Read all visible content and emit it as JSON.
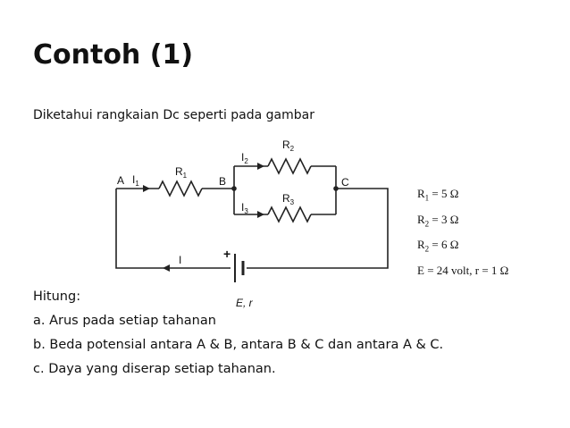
{
  "title": "Contoh (1)",
  "intro": "Diketahui rangkaian Dc seperti pada gambar",
  "diagram": {
    "nodes": {
      "A": "A",
      "B": "B",
      "C": "C"
    },
    "currents": {
      "I1": {
        "base": "I",
        "sub": "1"
      },
      "I2": {
        "base": "I",
        "sub": "2"
      },
      "I3": {
        "base": "I",
        "sub": "3"
      },
      "I": "I"
    },
    "resistors": {
      "R1": {
        "base": "R",
        "sub": "1"
      },
      "R2": {
        "base": "R",
        "sub": "2"
      },
      "R3": {
        "base": "R",
        "sub": "3"
      }
    },
    "battery_label": "E, r",
    "battery_plus": "+"
  },
  "params": [
    {
      "base": "R",
      "sub": "1",
      "rest": " = 5 Ω"
    },
    {
      "base": "R",
      "sub": "2",
      "rest": " = 3 Ω"
    },
    {
      "base": "R",
      "sub": "2",
      "rest": " = 6 Ω"
    },
    {
      "base": "",
      "sub": "",
      "rest": "E = 24 volt, r = 1 Ω"
    }
  ],
  "questions": {
    "heading": "Hitung:",
    "items": [
      "a. Arus pada setiap tahanan",
      "b. Beda potensial antara A & B, antara B & C dan antara A & C.",
      "c. Daya yang diserap setiap tahanan."
    ]
  },
  "colors": {
    "text": "#111111",
    "wire": "#222222"
  }
}
